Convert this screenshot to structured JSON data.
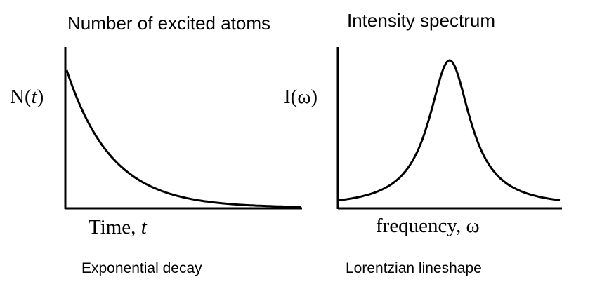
{
  "left_panel": {
    "title": "Number of excited atoms",
    "ylabel_prefix": "N(",
    "ylabel_var": "t",
    "ylabel_suffix": ")",
    "xlabel_prefix": "Time, ",
    "xlabel_var": "t",
    "caption": "Exponential decay",
    "curve": "exponential-decay"
  },
  "right_panel": {
    "title": "Intensity spectrum",
    "ylabel": "I(ω)",
    "xlabel": "frequency, ω",
    "caption": "Lorentzian lineshape",
    "curve": "lorentzian"
  },
  "colors": {
    "ink": "#000000",
    "background": "#ffffff"
  }
}
